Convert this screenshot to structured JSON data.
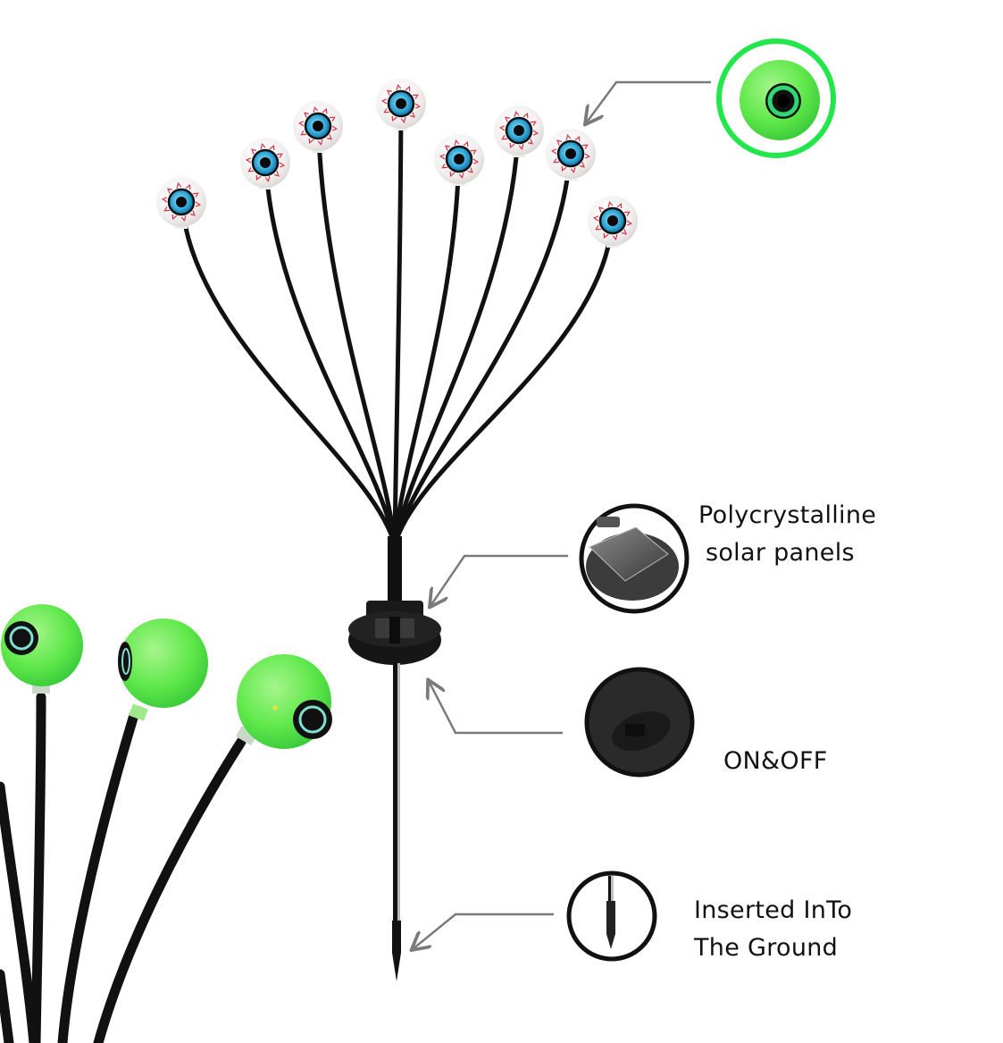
{
  "product": "Solar eyeball firefly stake light",
  "colors": {
    "background": "#ffffff",
    "stem": "#111111",
    "arrow": "#7a7a7a",
    "callout_ring_green": "#22e64a",
    "callout_ring_dark": "#111111",
    "eyeball_white": "#f3f1f1",
    "iris_blue": "#2fa6d8",
    "vein_red": "#d8324a",
    "eyeball_green": "#5fe84a",
    "iris_green": "#1f9a4a"
  },
  "callouts": [
    {
      "id": "glow",
      "icon": "green-eyeball-icon",
      "lines": []
    },
    {
      "id": "solar",
      "icon": "solar-panel-icon",
      "lines": [
        "Polycrystalline",
        "solar panels"
      ]
    },
    {
      "id": "switch",
      "icon": "switch-icon",
      "lines": [
        "ON&OFF"
      ]
    },
    {
      "id": "stake",
      "icon": "stake-tip-icon",
      "lines": [
        "Inserted InTo",
        "The Ground"
      ]
    }
  ],
  "eyeballs_count": 8,
  "glowing_eyeballs_count": 3
}
